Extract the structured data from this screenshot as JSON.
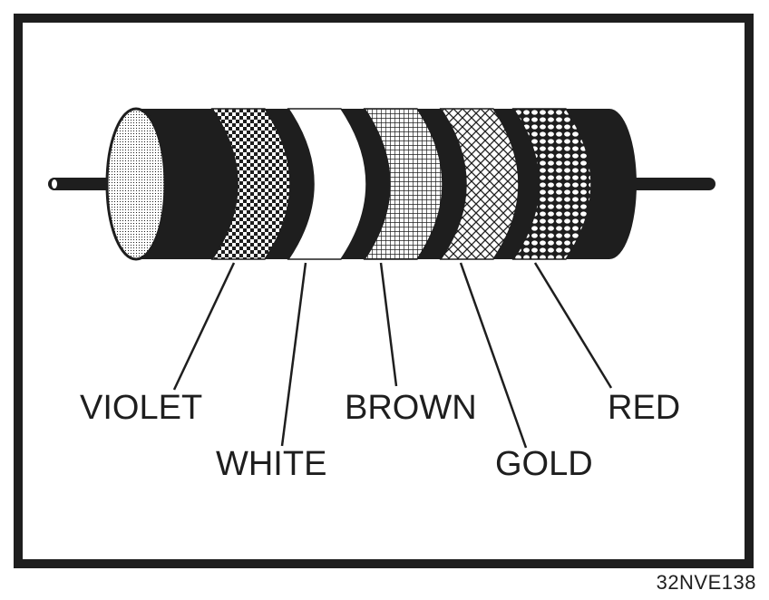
{
  "diagram": {
    "bands": [
      {
        "label": "VIOLET",
        "pattern": "checker"
      },
      {
        "label": "WHITE",
        "pattern": "solid-white"
      },
      {
        "label": "BROWN",
        "pattern": "grid"
      },
      {
        "label": "GOLD",
        "pattern": "crosshatch"
      },
      {
        "label": "RED",
        "pattern": "honeycomb"
      }
    ],
    "figure_id": "32NVE138"
  },
  "colors": {
    "ink": "#1e1e1e",
    "paper": "#ffffff"
  }
}
